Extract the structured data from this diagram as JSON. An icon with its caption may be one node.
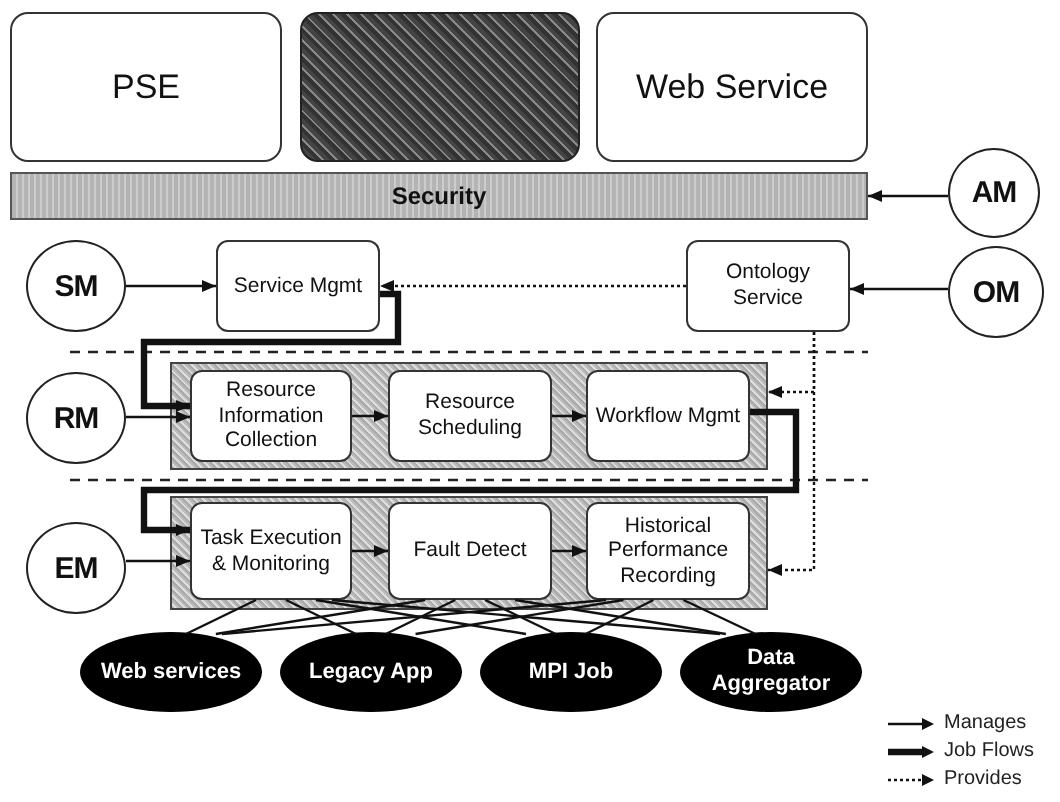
{
  "diagram": {
    "nodes": [
      {
        "text": [
          "PSE"
        ]
      },
      {
        "text": [],
        "shape": "box"
      },
      {
        "text": [
          "Web Service"
        ]
      },
      {
        "text": [
          "Security"
        ]
      },
      {
        "text": [
          "AM"
        ]
      },
      {
        "text": [
          "SM"
        ]
      },
      {
        "text": [
          "Service Mgmt"
        ]
      },
      {
        "text": [
          "Ontology Service"
        ]
      },
      {
        "text": [
          "OM"
        ]
      },
      {
        "text": [
          "RM"
        ]
      },
      {
        "text": [],
        "shape": "box"
      },
      {
        "text": [
          "Resource Information Collection"
        ],
        "in": 10
      },
      {
        "text": [
          "Resource Scheduling"
        ],
        "in": 10
      },
      {
        "text": [
          "Workflow Mgmt"
        ],
        "in": 10
      },
      {
        "text": [
          "EM"
        ]
      },
      {
        "text": [],
        "shape": "box"
      },
      {
        "text": [
          "Task Execution & Monitoring"
        ],
        "in": 15
      },
      {
        "text": [
          "Fault Detect"
        ],
        "in": 15
      },
      {
        "text": [
          "Historical Performance Recording"
        ],
        "in": 15
      },
      {
        "text": [
          "Web services"
        ]
      },
      {
        "text": [
          "Legacy App"
        ]
      },
      {
        "text": [
          "MPI Job"
        ]
      },
      {
        "text": [
          "Data Aggregator"
        ]
      }
    ],
    "edges": [
      {
        "from": 4,
        "to": 3,
        "arrow": "to"
      },
      {
        "from": 5,
        "to": 6,
        "arrow": "to"
      },
      {
        "from": 7,
        "to": 6,
        "arrow": "to",
        "style": "dashed"
      },
      {
        "from": 8,
        "to": 7,
        "arrow": "to"
      },
      {
        "from": 6,
        "to": 11,
        "arrow": "to",
        "style": "thick"
      },
      {
        "from": 9,
        "to": 11,
        "arrow": "to"
      },
      {
        "from": 11,
        "to": 12,
        "arrow": "to"
      },
      {
        "from": 12,
        "to": 13,
        "arrow": "to"
      },
      {
        "from": 7,
        "to": 10,
        "arrow": "to",
        "style": "dashed"
      },
      {
        "from": 13,
        "to": 16,
        "arrow": "to",
        "style": "thick"
      },
      {
        "from": 14,
        "to": 16,
        "arrow": "to"
      },
      {
        "from": 16,
        "to": 17,
        "arrow": "to"
      },
      {
        "from": 17,
        "to": 18,
        "arrow": "to"
      },
      {
        "from": 7,
        "to": 15,
        "arrow": "to",
        "style": "dashed"
      },
      {
        "from": 19,
        "to": 16,
        "arrow": "none"
      },
      {
        "from": 19,
        "to": 17,
        "arrow": "none"
      },
      {
        "from": 19,
        "to": 18,
        "arrow": "none"
      },
      {
        "from": 20,
        "to": 16,
        "arrow": "none"
      },
      {
        "from": 20,
        "to": 17,
        "arrow": "none"
      },
      {
        "from": 20,
        "to": 18,
        "arrow": "none"
      },
      {
        "from": 21,
        "to": 16,
        "arrow": "none"
      },
      {
        "from": 21,
        "to": 17,
        "arrow": "none"
      },
      {
        "from": 21,
        "to": 18,
        "arrow": "none"
      },
      {
        "from": 22,
        "to": 16,
        "arrow": "none"
      },
      {
        "from": 22,
        "to": 17,
        "arrow": "none"
      },
      {
        "from": 22,
        "to": 18,
        "arrow": "none"
      }
    ],
    "legend": [
      {
        "text": "Manages"
      },
      {
        "text": "Job Flows"
      },
      {
        "text": "Provides"
      }
    ]
  }
}
